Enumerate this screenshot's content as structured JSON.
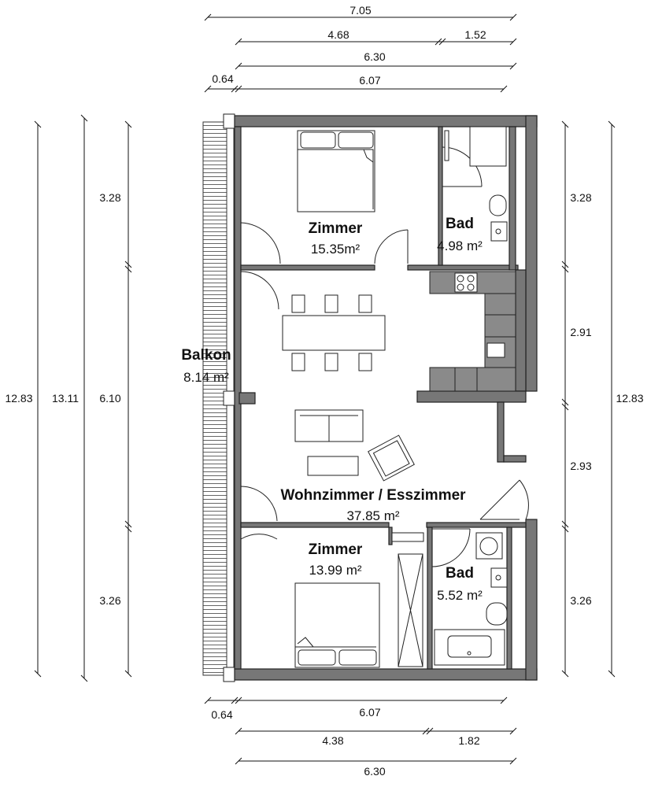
{
  "dimensions": {
    "top": [
      "7.05",
      "4.68",
      "1.52",
      "6.30",
      "0.64",
      "6.07"
    ],
    "bottom": [
      "0.64",
      "6.07",
      "4.38",
      "1.82",
      "6.30"
    ],
    "left": [
      "12.83",
      "13.11",
      "3.28",
      "6.10",
      "3.26"
    ],
    "right": [
      "3.28",
      "2.91",
      "2.93",
      "3.26",
      "12.83"
    ]
  },
  "rooms": [
    {
      "name": "Zimmer",
      "area": "15.35m²"
    },
    {
      "name": "Bad",
      "area": "4.98 m²"
    },
    {
      "name": "Balkon",
      "area": "8.14 m²"
    },
    {
      "name": "Wohnzimmer / Esszimmer",
      "area": "37.85 m²"
    },
    {
      "name": "Zimmer",
      "area": "13.99 m²"
    },
    {
      "name": "Bad",
      "area": "5.52 m²"
    }
  ]
}
